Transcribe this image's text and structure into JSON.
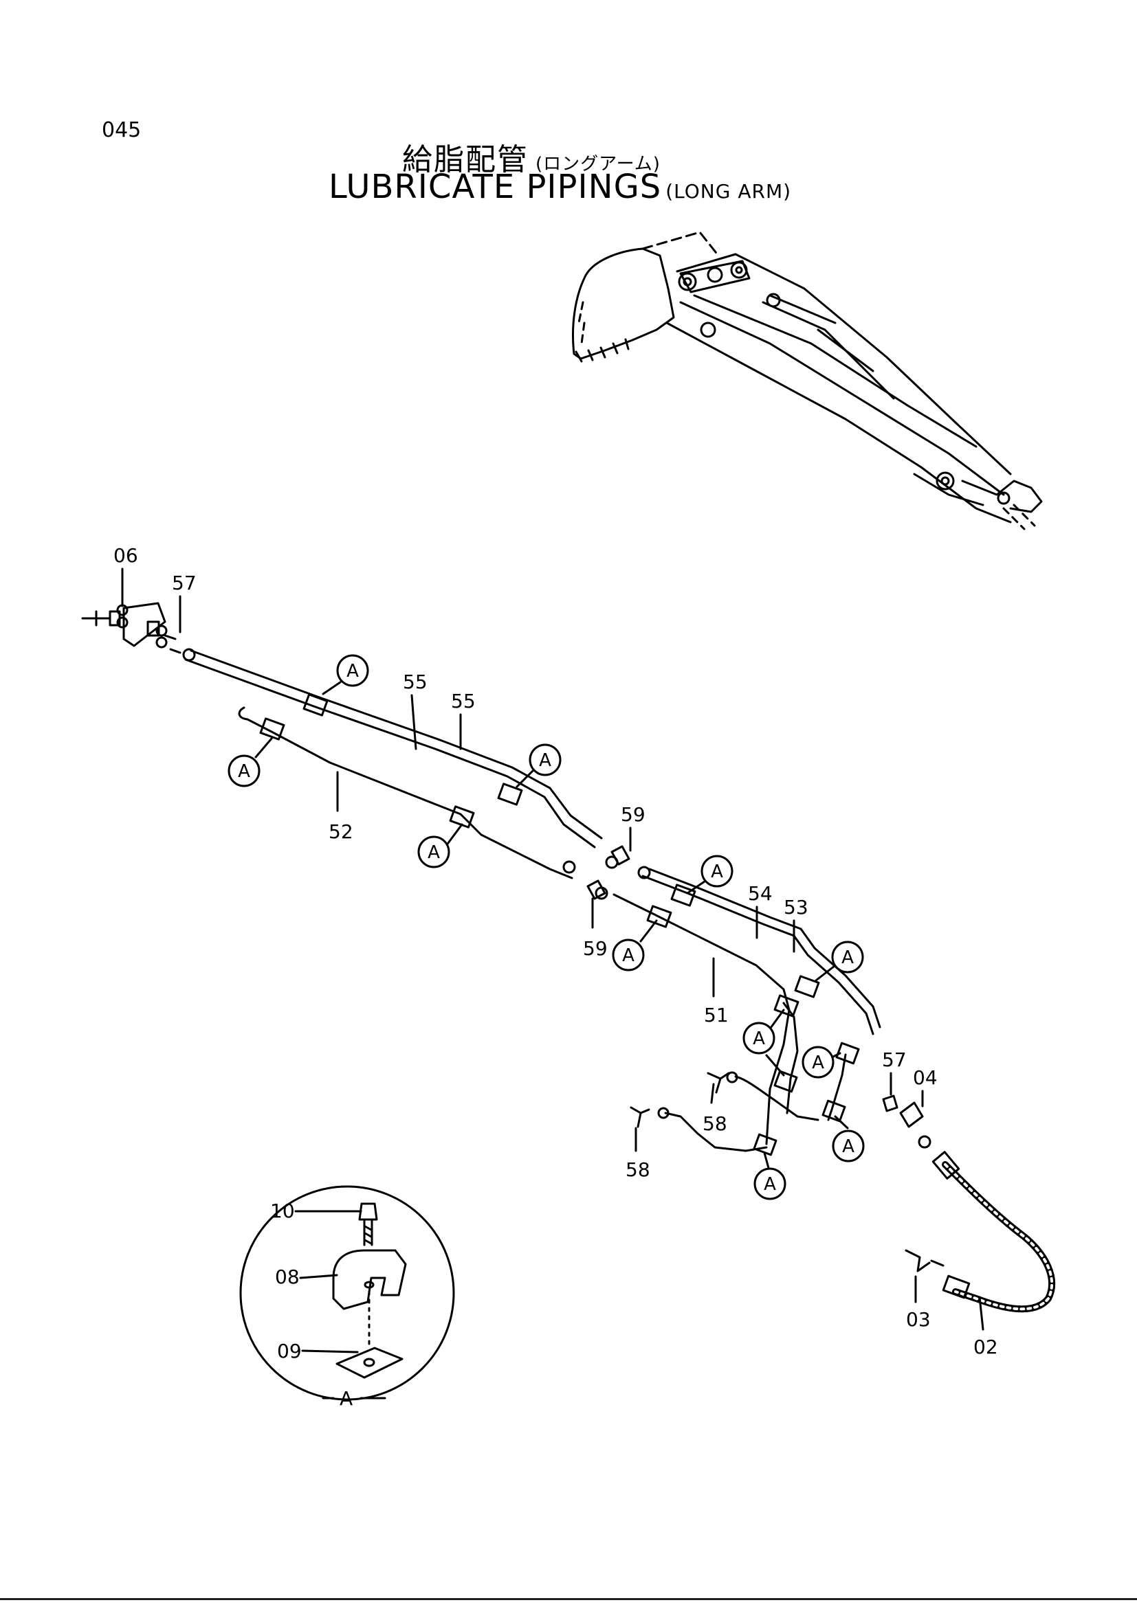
{
  "page": {
    "number": "045",
    "title_jp": "給脂配管",
    "title_jp_sub": "(ロングアーム)",
    "title_en": "LUBRICATE PIPINGS",
    "title_en_sub": "(LONG ARM)"
  },
  "parts": [
    {
      "id": "p06",
      "label": "06"
    },
    {
      "id": "p57a",
      "label": "57"
    },
    {
      "id": "p55a",
      "label": "55"
    },
    {
      "id": "p55b",
      "label": "55"
    },
    {
      "id": "p52",
      "label": "52"
    },
    {
      "id": "p59a",
      "label": "59"
    },
    {
      "id": "p59b",
      "label": "59"
    },
    {
      "id": "p54",
      "label": "54"
    },
    {
      "id": "p53",
      "label": "53"
    },
    {
      "id": "p51",
      "label": "51"
    },
    {
      "id": "p57b",
      "label": "57"
    },
    {
      "id": "p04",
      "label": "04"
    },
    {
      "id": "p58a",
      "label": "58"
    },
    {
      "id": "p58b",
      "label": "58"
    },
    {
      "id": "p03",
      "label": "03"
    },
    {
      "id": "p02",
      "label": "02"
    },
    {
      "id": "p10",
      "label": "10"
    },
    {
      "id": "p08",
      "label": "08"
    },
    {
      "id": "p09",
      "label": "09"
    }
  ],
  "callout": "A",
  "detail_label": "A"
}
